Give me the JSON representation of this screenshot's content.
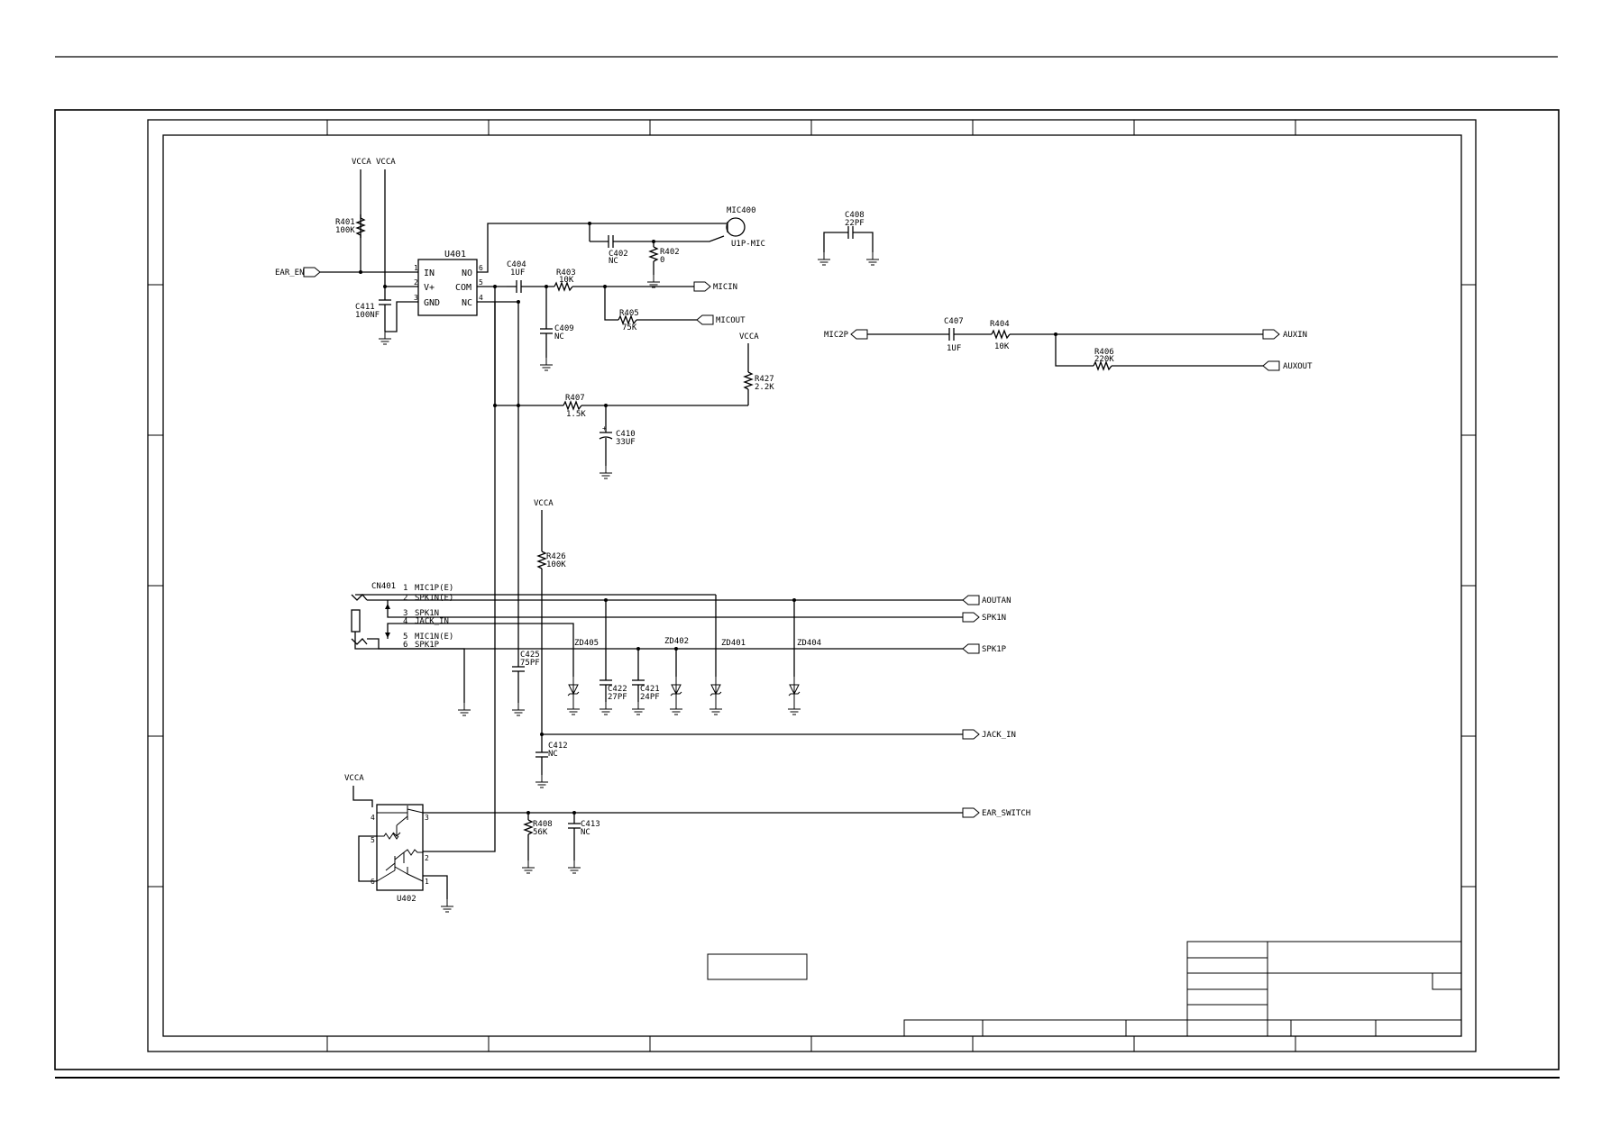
{
  "power": {
    "vcca": "VCCA"
  },
  "components": {
    "r401": {
      "ref": "R401",
      "value": "100K"
    },
    "r402": {
      "ref": "R402",
      "value": "0"
    },
    "r403": {
      "ref": "R403",
      "value": "10K"
    },
    "r404": {
      "ref": "R404",
      "value": "10K"
    },
    "r405": {
      "ref": "R405",
      "value": "75K"
    },
    "r406": {
      "ref": "R406",
      "value": "220K"
    },
    "r407": {
      "ref": "R407",
      "value": "1.5K"
    },
    "r408": {
      "ref": "R408",
      "value": "56K"
    },
    "r426": {
      "ref": "R426",
      "value": "100K"
    },
    "r427": {
      "ref": "R427",
      "value": "2.2K"
    },
    "c402": {
      "ref": "C402",
      "value": "NC"
    },
    "c404": {
      "ref": "C404",
      "value": "1UF"
    },
    "c407": {
      "ref": "C407",
      "value": "1UF"
    },
    "c408": {
      "ref": "C408",
      "value": "22PF"
    },
    "c409": {
      "ref": "C409",
      "value": "NC"
    },
    "c410": {
      "ref": "C410",
      "value": "33UF"
    },
    "c411": {
      "ref": "C411",
      "value": "100NF"
    },
    "c412": {
      "ref": "C412",
      "value": "NC"
    },
    "c413": {
      "ref": "C413",
      "value": "NC"
    },
    "c421": {
      "ref": "C421",
      "value": "24PF"
    },
    "c422": {
      "ref": "C422",
      "value": "27PF"
    },
    "c425": {
      "ref": "C425",
      "value": "75PF"
    },
    "mic400": {
      "ref": "MIC400",
      "value": "U1P-MIC"
    },
    "zd401": "ZD401",
    "zd402": "ZD402",
    "zd404": "ZD404",
    "zd405": "ZD405",
    "cn401": "CN401",
    "u401": {
      "ref": "U401",
      "pins": [
        "IN",
        "V+",
        "GND",
        "NO",
        "COM",
        "NC"
      ],
      "numbers": [
        "1",
        "2",
        "3",
        "6",
        "5",
        "4"
      ]
    },
    "u402": {
      "ref": "U402",
      "numbers": [
        "4",
        "5",
        "6",
        "3",
        "2",
        "1"
      ]
    }
  },
  "connector_pins": [
    {
      "num": "1",
      "name": "MIC1P(E)"
    },
    {
      "num": "2",
      "name": "SPK1N(E)"
    },
    {
      "num": "3",
      "name": "SPK1N"
    },
    {
      "num": "4",
      "name": "JACK_IN"
    },
    {
      "num": "5",
      "name": "MIC1N(E)"
    },
    {
      "num": "6",
      "name": "SPK1P"
    }
  ],
  "nets": {
    "ear_en": "EAR_EN",
    "micin": "MICIN",
    "micout": "MICOUT",
    "mic2p": "MIC2P",
    "auxin": "AUXIN",
    "auxout": "AUXOUT",
    "aoutan": "AOUTAN",
    "spk1n": "SPK1N",
    "spk1p": "SPK1P",
    "jack_in": "JACK_IN",
    "ear_switch": "EAR_SWITCH"
  }
}
